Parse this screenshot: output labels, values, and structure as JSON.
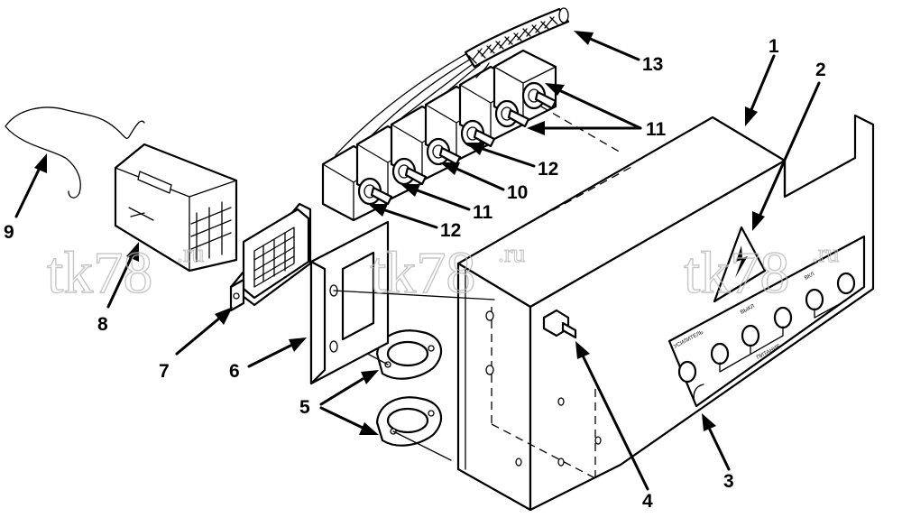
{
  "figure": {
    "callouts": [
      {
        "id": "c1",
        "label": "1"
      },
      {
        "id": "c2",
        "label": "2"
      },
      {
        "id": "c3",
        "label": "3"
      },
      {
        "id": "c4",
        "label": "4"
      },
      {
        "id": "c5",
        "label": "5"
      },
      {
        "id": "c6",
        "label": "6"
      },
      {
        "id": "c7",
        "label": "7"
      },
      {
        "id": "c8",
        "label": "8"
      },
      {
        "id": "c9",
        "label": "9"
      },
      {
        "id": "c10",
        "label": "10"
      },
      {
        "id": "c11a",
        "label": "11"
      },
      {
        "id": "c11b",
        "label": "11"
      },
      {
        "id": "c12a",
        "label": "12"
      },
      {
        "id": "c12b",
        "label": "12"
      },
      {
        "id": "c13",
        "label": "13"
      }
    ],
    "watermark": {
      "main": "tk78",
      "suffix": ".ru"
    },
    "panel_markings": [
      "УСИЛИТЕЛЬ",
      "ПИТАНИЕ",
      "ВЫКЛ",
      "ВКЛ"
    ]
  }
}
